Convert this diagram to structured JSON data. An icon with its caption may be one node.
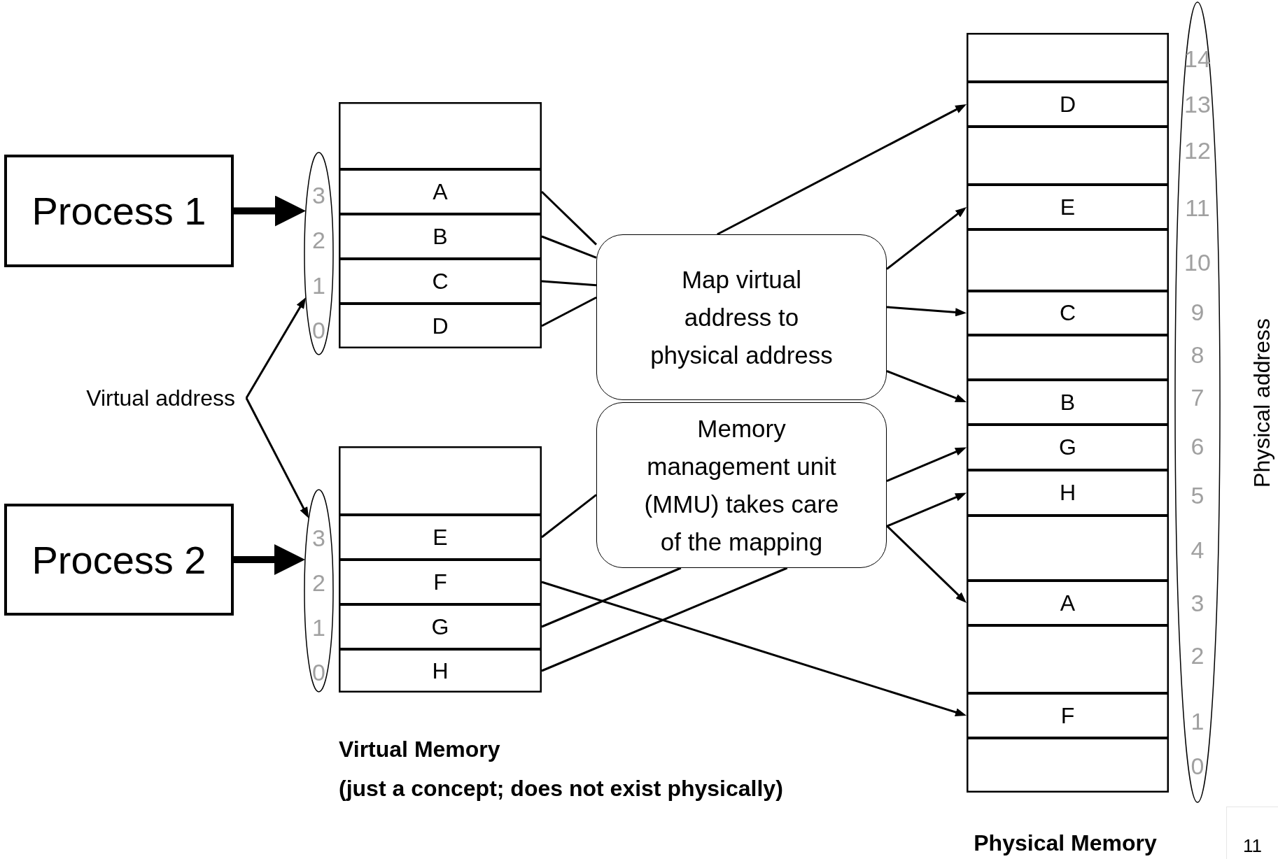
{
  "diagram": {
    "nodes": [
      {
        "text": [
          "Process 1"
        ]
      },
      {
        "text": [
          "Virtual address"
        ]
      },
      {
        "text": [
          "Process 2"
        ]
      },
      {
        "text": [
          "3",
          "2",
          "1",
          "0"
        ]
      },
      {
        "text": [
          "3",
          "2",
          "1",
          "0"
        ]
      },
      {
        "text": [],
        "shape": "box"
      },
      {
        "text": [],
        "shape": "box",
        "in": 5
      },
      {
        "text": [
          "A"
        ],
        "in": 5
      },
      {
        "text": [
          "B"
        ],
        "in": 5
      },
      {
        "text": [
          "C"
        ],
        "in": 5
      },
      {
        "text": [
          "D"
        ],
        "in": 5
      },
      {
        "text": [],
        "shape": "box"
      },
      {
        "text": [],
        "shape": "box",
        "in": 11
      },
      {
        "text": [
          "E"
        ],
        "in": 11
      },
      {
        "text": [
          "F"
        ],
        "in": 11
      },
      {
        "text": [
          "G"
        ],
        "in": 11
      },
      {
        "text": [
          "H"
        ],
        "in": 11
      },
      {
        "text": [
          "Map virtual address to physical address"
        ]
      },
      {
        "text": [
          "Memory management unit (MMU) takes care of the mapping"
        ]
      },
      {
        "text": [],
        "shape": "box"
      },
      {
        "text": [],
        "shape": "box",
        "in": 19
      },
      {
        "text": [
          "D"
        ],
        "in": 19
      },
      {
        "text": [],
        "shape": "box",
        "in": 19
      },
      {
        "text": [
          "E"
        ],
        "in": 19
      },
      {
        "text": [],
        "shape": "box",
        "in": 19
      },
      {
        "text": [
          "C"
        ],
        "in": 19
      },
      {
        "text": [],
        "shape": "box",
        "in": 19
      },
      {
        "text": [
          "B"
        ],
        "in": 19
      },
      {
        "text": [
          "G"
        ],
        "in": 19
      },
      {
        "text": [
          "H"
        ],
        "in": 19
      },
      {
        "text": [],
        "shape": "box",
        "in": 19
      },
      {
        "text": [
          "A"
        ],
        "in": 19
      },
      {
        "text": [],
        "shape": "box",
        "in": 19
      },
      {
        "text": [
          "F"
        ],
        "in": 19
      },
      {
        "text": [],
        "shape": "box",
        "in": 19
      },
      {
        "text": [
          "14",
          "13",
          "12",
          "11",
          "10",
          "9",
          "8",
          "7",
          "6",
          "5",
          "4",
          "3",
          "2",
          "1",
          "0"
        ]
      }
    ],
    "edges": [
      {
        "from": 0,
        "to": 3,
        "arrow": "to",
        "style": "thick"
      },
      {
        "from": 2,
        "to": 4,
        "arrow": "to",
        "style": "thick"
      },
      {
        "from": 1,
        "to": 3,
        "arrow": "to"
      },
      {
        "from": 1,
        "to": 4,
        "arrow": "to"
      },
      {
        "from": 7,
        "to": 17,
        "arrow": "none"
      },
      {
        "from": 8,
        "to": 17,
        "arrow": "none"
      },
      {
        "from": 9,
        "to": 17,
        "arrow": "none"
      },
      {
        "from": 10,
        "to": 17,
        "arrow": "none"
      },
      {
        "from": 13,
        "to": 18,
        "arrow": "none"
      },
      {
        "from": 14,
        "to": 33,
        "arrow": "to"
      },
      {
        "from": 15,
        "to": 18,
        "arrow": "none"
      },
      {
        "from": 16,
        "to": 18,
        "arrow": "none"
      },
      {
        "from": 17,
        "to": 21,
        "arrow": "to"
      },
      {
        "from": 17,
        "to": 23,
        "arrow": "to"
      },
      {
        "from": 17,
        "to": 25,
        "arrow": "to"
      },
      {
        "from": 17,
        "to": 27,
        "arrow": "to"
      },
      {
        "from": 18,
        "to": 28,
        "arrow": "to"
      },
      {
        "from": 18,
        "to": 29,
        "arrow": "to"
      },
      {
        "from": 18,
        "to": 31,
        "arrow": "to"
      }
    ],
    "labels": [
      "Physical address",
      "Virtual Memory",
      "(just a concept; does not exist physically)",
      "Physical Memory",
      "11"
    ]
  }
}
